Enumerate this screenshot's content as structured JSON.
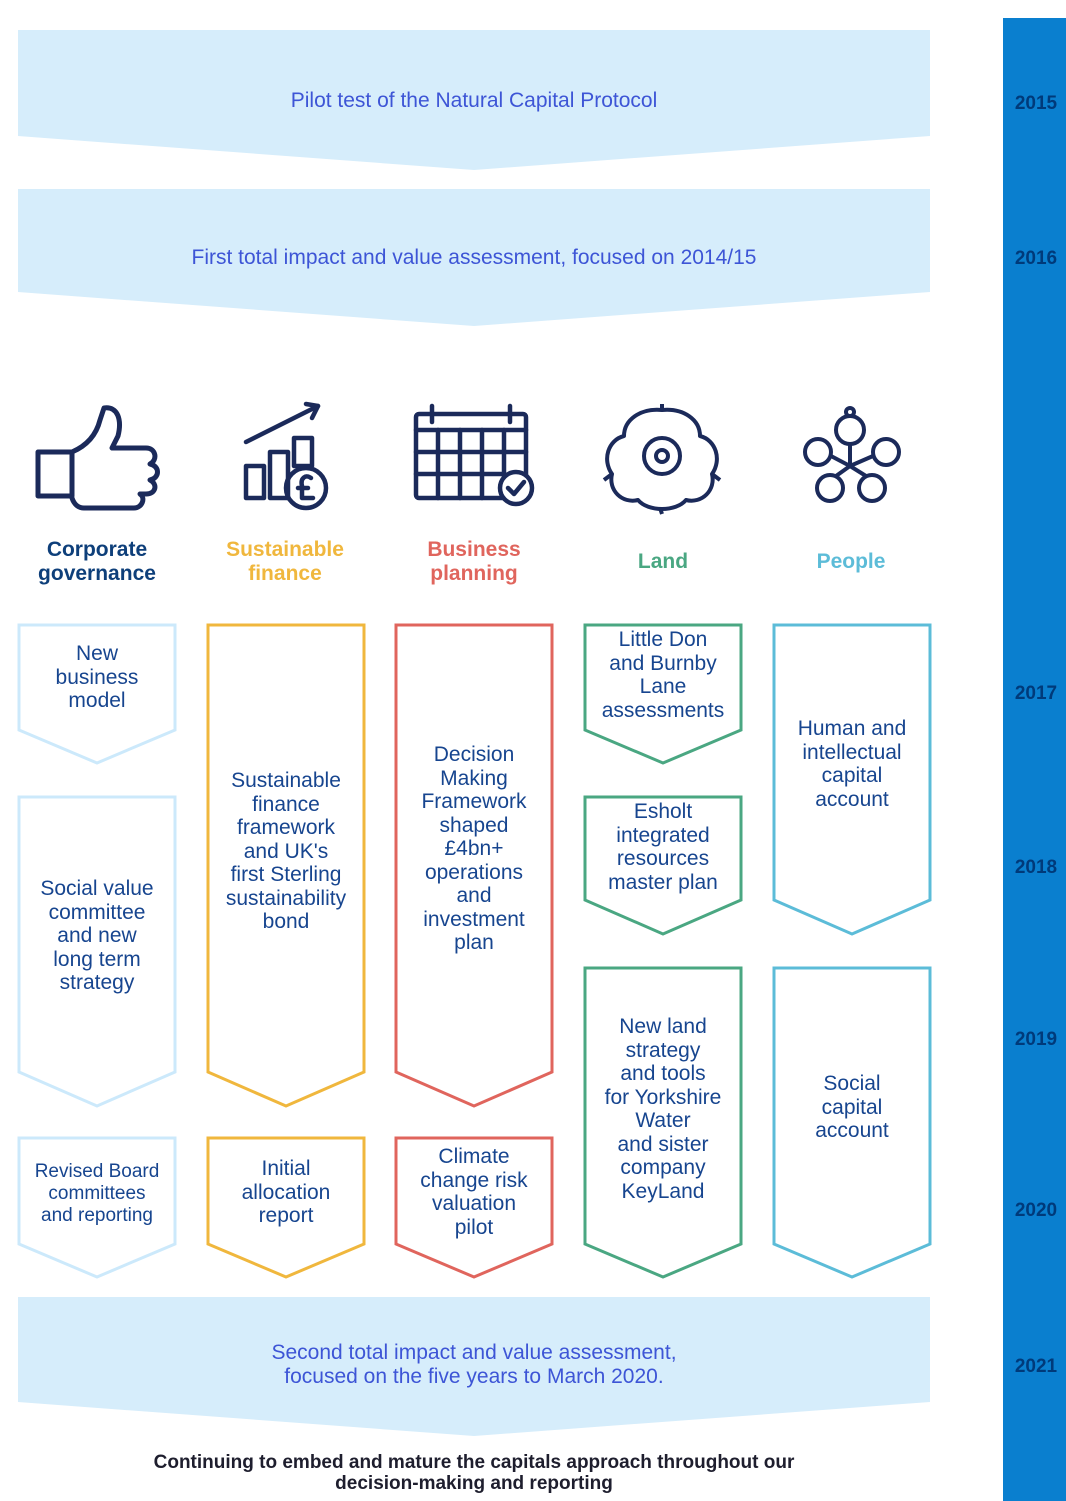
{
  "banners": {
    "b2015": "Pilot test of the Natural Capital Protocol",
    "b2016": "First total impact and value assessment, focused on 2014/15",
    "b2021_line1": "Second total impact and value assessment,",
    "b2021_line2": "focused on the five years to March 2020."
  },
  "years": [
    "2015",
    "2016",
    "2017",
    "2018",
    "2019",
    "2020",
    "2021"
  ],
  "categories": {
    "governance": {
      "line1": "Corporate",
      "line2": "governance",
      "color": "#0e3f7a",
      "icon": "thumbs-up-icon"
    },
    "finance": {
      "line1": "Sustainable",
      "line2": "finance",
      "color": "#f0b73d",
      "icon": "growth-chart-pound-icon"
    },
    "planning": {
      "line1": "Business",
      "line2": "planning",
      "color": "#e0655d",
      "icon": "calendar-check-icon"
    },
    "land": {
      "line1": "Land",
      "color": "#4aa782",
      "icon": "yorkshire-rose-icon"
    },
    "people": {
      "line1": "People",
      "color": "#5cbcd8",
      "icon": "people-network-icon"
    }
  },
  "boxes": {
    "governance": [
      [
        "New",
        "business",
        "model"
      ],
      [
        "Social value",
        "committee",
        "and new",
        "long term",
        "strategy"
      ],
      [
        "Revised Board",
        "committees",
        "and reporting"
      ]
    ],
    "finance": [
      [
        "Sustainable",
        "finance",
        "framework",
        "and UK's",
        "first Sterling",
        "sustainability",
        "bond"
      ],
      [
        "Initial",
        "allocation",
        "report"
      ]
    ],
    "planning": [
      [
        "Decision",
        "Making",
        "Framework",
        "shaped",
        "£4bn+",
        "operations",
        "and",
        "investment",
        "plan"
      ],
      [
        "Climate",
        "change risk",
        "valuation",
        "pilot"
      ]
    ],
    "land": [
      [
        "Little Don",
        "and Burnby",
        "Lane",
        "assessments"
      ],
      [
        "Esholt",
        "integrated",
        "resources",
        "master plan"
      ],
      [
        "New land",
        "strategy",
        "and tools",
        "for Yorkshire",
        "Water",
        "and sister",
        "company",
        "KeyLand"
      ]
    ],
    "people": [
      [
        "Human and",
        "intellectual",
        "capital",
        "account"
      ],
      [
        "Social",
        "capital",
        "account"
      ]
    ]
  },
  "footer": {
    "line1": "Continuing to embed and mature the capitals approach throughout our",
    "line2": "decision-making and reporting"
  },
  "colors": {
    "banner_fill": "#d6edfb",
    "banner_text": "#3d55d6",
    "sidebar": "#0a7fcf",
    "year_text": "#003a7a",
    "box_text": "#17458f",
    "governance_outline": "#cce9fb"
  }
}
